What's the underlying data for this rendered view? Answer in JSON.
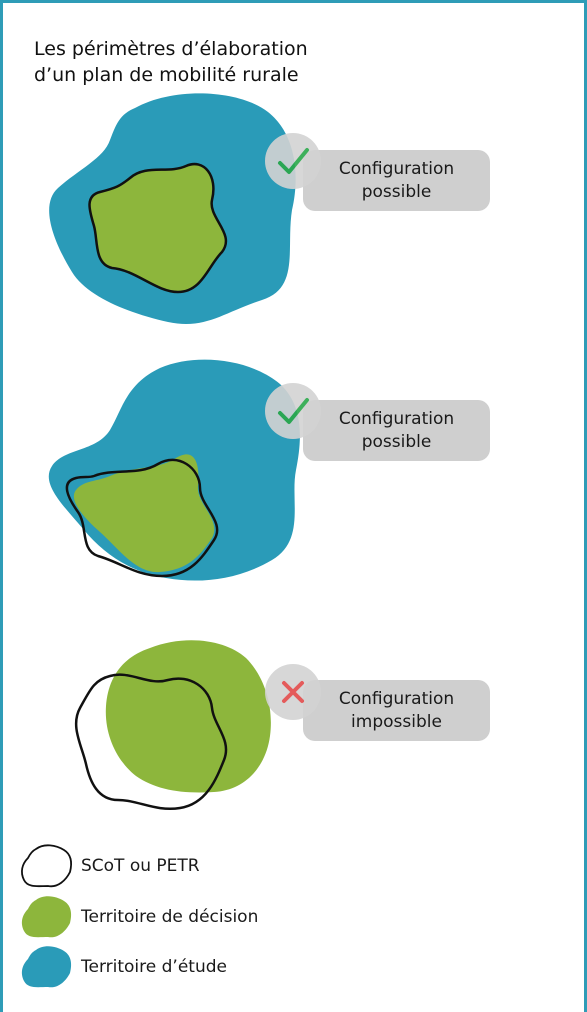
{
  "title": {
    "line1": "Les périmètres d’élaboration",
    "line2": "d’un plan de mobilité rurale"
  },
  "configurations": [
    {
      "status": "possible",
      "label_line1": "Configuration",
      "label_line2": "possible",
      "icon": "check-icon"
    },
    {
      "status": "possible",
      "label_line1": "Configuration",
      "label_line2": "possible",
      "icon": "check-icon"
    },
    {
      "status": "impossible",
      "label_line1": "Configuration",
      "label_line2": "impossible",
      "icon": "cross-icon"
    }
  ],
  "legend": [
    {
      "label": "SCoT ou PETR",
      "swatch": "outline"
    },
    {
      "label": "Territoire de décision",
      "swatch": "green"
    },
    {
      "label": "Territoire d’étude",
      "swatch": "blue"
    }
  ],
  "colors": {
    "frame": "#2e9cb7",
    "study_territory": "#2a9bb8",
    "decision_territory": "#8db63c",
    "outline": "#111111",
    "badge": "#cfcfcf",
    "check": "#2aa84a",
    "cross": "#e24a4a"
  }
}
